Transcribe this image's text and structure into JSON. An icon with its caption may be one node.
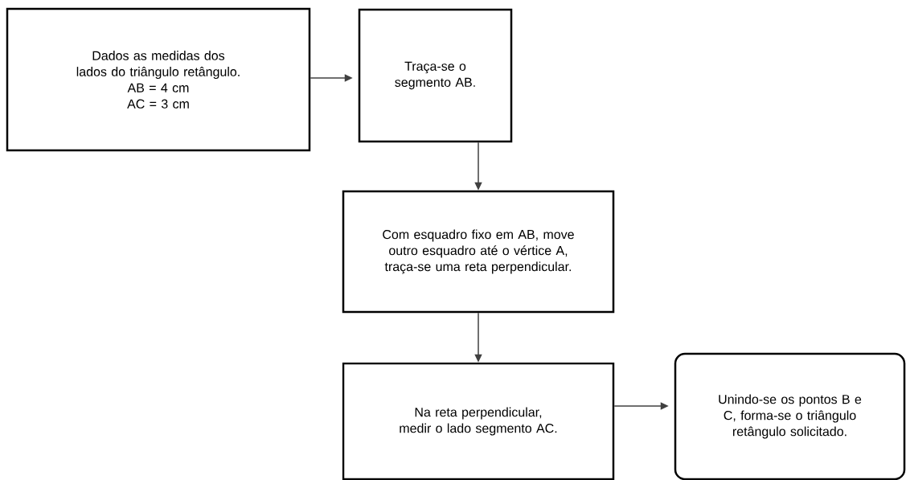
{
  "diagram": {
    "nodes": [
      {
        "text": [
          "Dados as medidas dos lados do triângulo retângulo.",
          "AB = 4 cm",
          "AC = 3 cm"
        ]
      },
      {
        "text": [
          "Traça-se o segmento AB."
        ]
      },
      {
        "text": [
          "Com esquadro fixo em AB, move outro esquadro até o vértice A,",
          "traça-se uma reta perpendicular."
        ]
      },
      {
        "text": [
          "Na reta perpendicular, medir o lado segmento AC."
        ]
      },
      {
        "text": [
          "Unindo-se os pontos B e C, forma-se o triângulo retângulo solicitado."
        ]
      }
    ],
    "edges": [
      {
        "from": 0,
        "to": 1,
        "arrow": "to"
      },
      {
        "from": 1,
        "to": 2,
        "arrow": "to"
      },
      {
        "from": 2,
        "to": 3,
        "arrow": "to"
      },
      {
        "from": 3,
        "to": 4,
        "arrow": "to"
      }
    ]
  }
}
